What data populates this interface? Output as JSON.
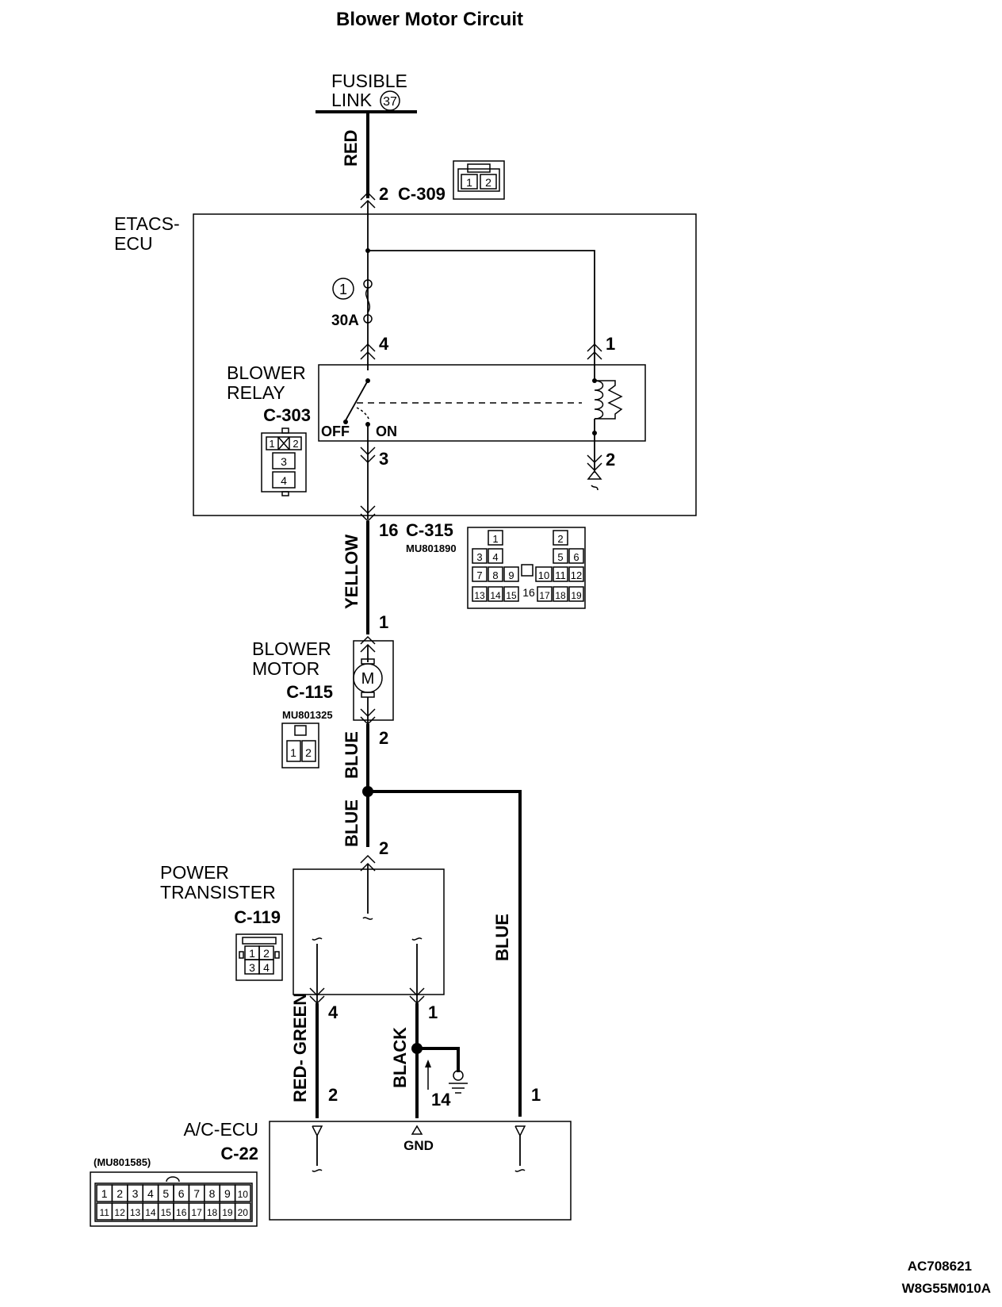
{
  "title": "Blower Motor Circuit",
  "fusible_link": {
    "line1": "FUSIBLE",
    "line2": "LINK",
    "number": "37"
  },
  "wire_colors": {
    "red": "RED",
    "yellow": "YELLOW",
    "blue": "BLUE",
    "red_green": "RED- GREEN",
    "black": "BLACK"
  },
  "connector_c309": {
    "name": "C-309",
    "pin": "2",
    "pins": [
      "1",
      "2"
    ]
  },
  "etacs_ecu": {
    "line1": "ETACS-",
    "line2": "ECU",
    "fuse_number": "1",
    "fuse_rating": "30A",
    "pin_fuse_out": "4",
    "pin_coil_top": "1",
    "pin_coil_bottom": "2"
  },
  "blower_relay": {
    "line1": "BLOWER",
    "line2": "RELAY",
    "connector": "C-303",
    "off_label": "OFF",
    "on_label": "ON",
    "pin_out": "3",
    "pins": [
      "1",
      "2",
      "3",
      "4"
    ]
  },
  "connector_c315": {
    "name": "C-315",
    "part": "MU801890",
    "pin": "16",
    "pins": [
      "1",
      "2",
      "3",
      "4",
      "5",
      "6",
      "7",
      "8",
      "9",
      "10",
      "11",
      "12",
      "13",
      "14",
      "15",
      "16",
      "17",
      "18",
      "19"
    ]
  },
  "blower_motor": {
    "line1": "BLOWER",
    "line2": "MOTOR",
    "connector": "C-115",
    "part": "MU801325",
    "pin_in": "1",
    "pin_out": "2",
    "symbol": "M",
    "pins": [
      "1",
      "2"
    ]
  },
  "power_transistor": {
    "line1": "POWER",
    "line2": "TRANSISTER",
    "connector": "C-119",
    "pin_in": "2",
    "pin_left": "4",
    "pin_right": "1",
    "pins": [
      "1",
      "2",
      "3",
      "4"
    ]
  },
  "ground": {
    "number": "14"
  },
  "ac_ecu": {
    "line1": "A/C-ECU",
    "connector": "C-22",
    "part": "(MU801585)",
    "pin_left": "2",
    "pin_right": "1",
    "gnd_label": "GND",
    "pins_row1": [
      "1",
      "2",
      "3",
      "4",
      "5",
      "6",
      "7",
      "8",
      "9",
      "10"
    ],
    "pins_row2": [
      "11",
      "12",
      "13",
      "14",
      "15",
      "16",
      "17",
      "18",
      "19",
      "20"
    ]
  },
  "footer": {
    "code1": "AC708621",
    "code2": "W8G55M010A"
  }
}
